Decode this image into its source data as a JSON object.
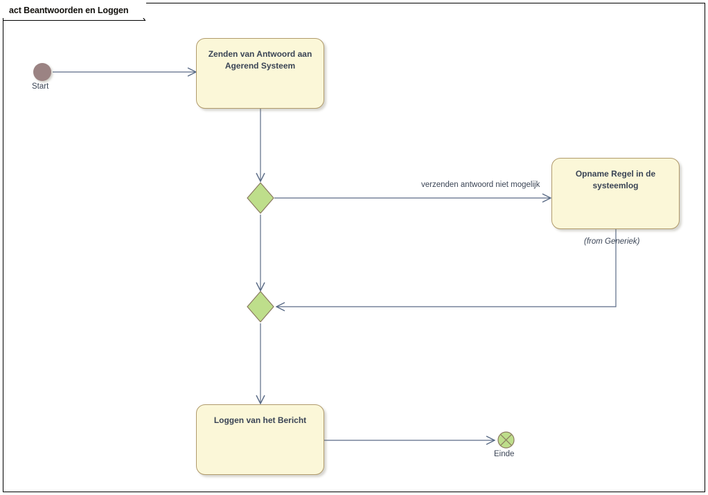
{
  "diagram": {
    "kind": "act",
    "title": "act Beantwoorden en Loggen",
    "frame_label": "act Beantwoorden en Loggen"
  },
  "palette": {
    "activity_fill": "#FBF7D8",
    "activity_border": "#B09A6B",
    "decision_fill": "#BEDE8B",
    "decision_border": "#8A7A60",
    "start_fill": "#9B8383",
    "end_fill": "#BEDE8B",
    "end_border": "#8A7A60",
    "edge_stroke": "#5A6B86",
    "text": "#3A4455",
    "frame_border": "#000000",
    "background": "#FFFFFF"
  },
  "nodes": {
    "start": {
      "name": "initial-node",
      "label": "Start",
      "shape": "filled-circle"
    },
    "send_answer": {
      "name": "activity-send-answer",
      "label": "Zenden van Antwoord aan Agerend Systeem",
      "shape": "rounded-rect"
    },
    "decision_1": {
      "name": "decision-node-1",
      "label": "",
      "shape": "diamond"
    },
    "log_rule": {
      "name": "activity-log-rule",
      "label": "Opname Regel in de systeemlog",
      "shape": "rounded-rect",
      "from_note": "(from Generiek)"
    },
    "merge_1": {
      "name": "merge-node-1",
      "label": "",
      "shape": "diamond"
    },
    "log_message": {
      "name": "activity-log-message",
      "label": "Loggen van het Bericht",
      "shape": "rounded-rect"
    },
    "end": {
      "name": "final-node",
      "label": "Einde",
      "shape": "circle-with-x"
    }
  },
  "edges": [
    {
      "id": "e1",
      "from": "start",
      "to": "send_answer",
      "label": ""
    },
    {
      "id": "e2",
      "from": "send_answer",
      "to": "decision_1",
      "label": ""
    },
    {
      "id": "e3",
      "from": "decision_1",
      "to": "log_rule",
      "label": "verzenden antwoord niet mogelijk"
    },
    {
      "id": "e4",
      "from": "decision_1",
      "to": "merge_1",
      "label": ""
    },
    {
      "id": "e5",
      "from": "log_rule",
      "to": "merge_1",
      "label": ""
    },
    {
      "id": "e6",
      "from": "merge_1",
      "to": "log_message",
      "label": ""
    },
    {
      "id": "e7",
      "from": "log_message",
      "to": "end",
      "label": ""
    }
  ],
  "edge_labels": {
    "not_possible": "verzenden antwoord niet mogelijk"
  }
}
